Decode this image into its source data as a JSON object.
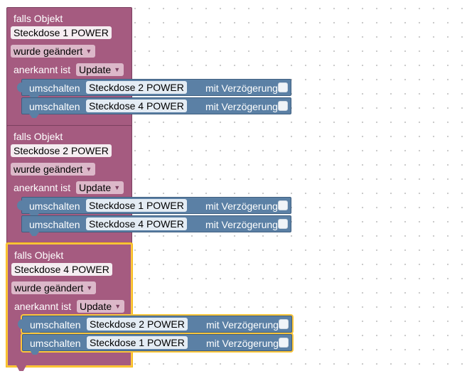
{
  "colors": {
    "event_block": "#a55b80",
    "action_block": "#5b80a5",
    "selection": "#fcc63b",
    "grid_dot": "#c8c8c8"
  },
  "blocks": [
    {
      "title": "falls Objekt",
      "object": "Steckdose 1 POWER",
      "change_mode": "wurde geändert",
      "ack_label": "anerkannt ist",
      "ack_value": "Update",
      "actions": [
        {
          "label": "umschalten",
          "object": "Steckdose 2 POWER",
          "delay_label": "mit Verzögerung"
        },
        {
          "label": "umschalten",
          "object": "Steckdose 4 POWER",
          "delay_label": "mit Verzögerung"
        }
      ]
    },
    {
      "title": "falls Objekt",
      "object": "Steckdose 2 POWER",
      "change_mode": "wurde geändert",
      "ack_label": "anerkannt ist",
      "ack_value": "Update",
      "actions": [
        {
          "label": "umschalten",
          "object": "Steckdose 1 POWER",
          "delay_label": "mit Verzögerung"
        },
        {
          "label": "umschalten",
          "object": "Steckdose 4 POWER",
          "delay_label": "mit Verzögerung"
        }
      ]
    },
    {
      "title": "falls Objekt",
      "object": "Steckdose 4 POWER",
      "change_mode": "wurde geändert",
      "ack_label": "anerkannt ist",
      "ack_value": "Update",
      "selected": true,
      "actions": [
        {
          "label": "umschalten",
          "object": "Steckdose 2 POWER",
          "delay_label": "mit Verzögerung"
        },
        {
          "label": "umschalten",
          "object": "Steckdose 1 POWER",
          "delay_label": "mit Verzögerung"
        }
      ]
    }
  ],
  "icons": {
    "dropdown": "caret-down-icon",
    "checkbox": "checkbox-icon"
  }
}
